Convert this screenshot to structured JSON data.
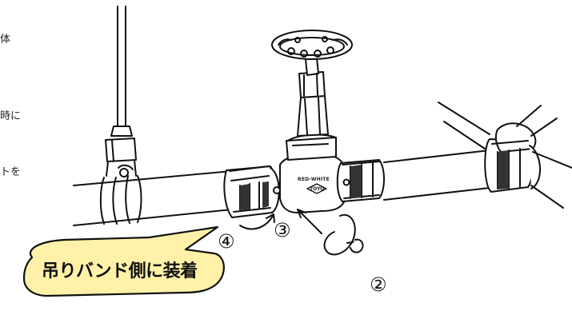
{
  "side_text": [
    "体",
    "時に",
    "トを"
  ],
  "steps": {
    "s2": "②",
    "s3": "③",
    "s4": "④"
  },
  "callout": {
    "text": "吊りバンド側に装着",
    "fill": "#fff2a8"
  },
  "valve_marking": {
    "line1": "RED-WHITE",
    "line2": "TOYO"
  }
}
